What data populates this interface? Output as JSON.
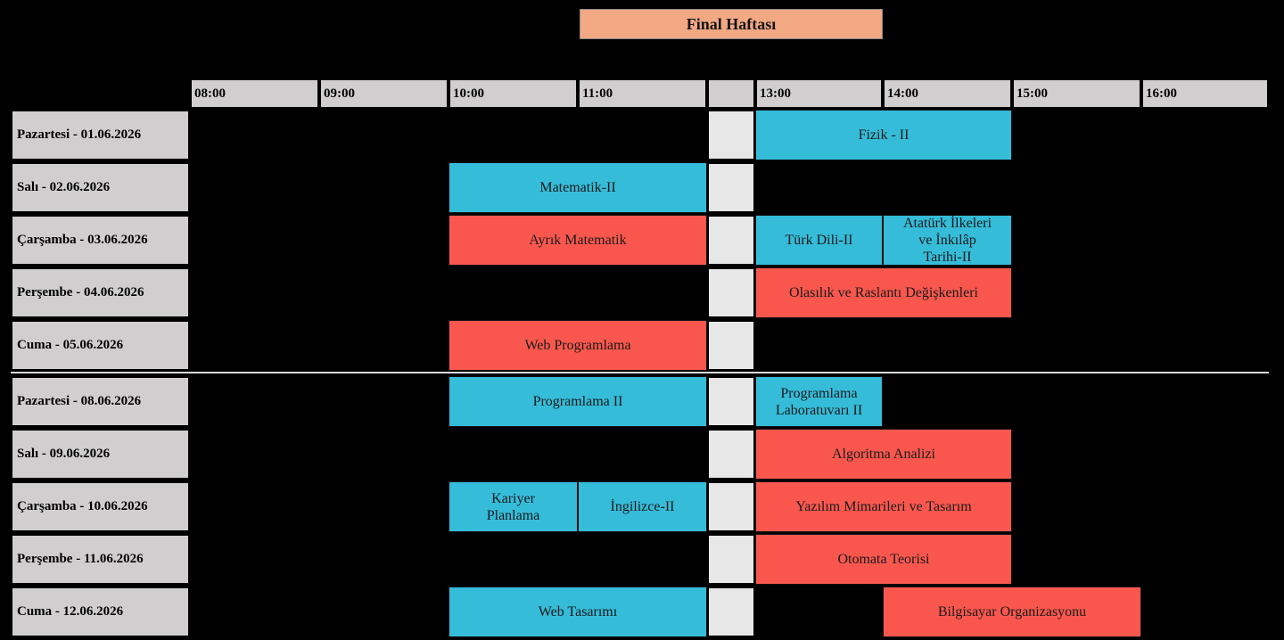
{
  "title": "Final Haftası",
  "colors": {
    "exam_blue": "#35bcd9",
    "exam_red": "#f9574e",
    "header_gray": "#d0cece",
    "lunch_gray": "#e8e7e7",
    "title_salmon": "#f3a884",
    "background": "#000000"
  },
  "chart_data": {
    "type": "table",
    "title": "Final Haftası",
    "x_axis": {
      "tick_labels": [
        "08:00",
        "09:00",
        "10:00",
        "11:00",
        "13:00",
        "14:00",
        "15:00",
        "16:00"
      ],
      "unit": "hour",
      "range": [
        "08:00",
        "17:00"
      ],
      "lunch_break_between": [
        "11:00",
        "13:00"
      ]
    },
    "rows": [
      {
        "date": "Pazartesi - 01.06.2026",
        "exams": [
          {
            "name": "Fizik - II",
            "start": "13:00",
            "end": "15:00",
            "color": "blue"
          }
        ]
      },
      {
        "date": "Salı - 02.06.2026",
        "exams": [
          {
            "name": "Matematik-II",
            "start": "10:00",
            "end": "12:00",
            "color": "blue"
          }
        ]
      },
      {
        "date": "Çarşamba - 03.06.2026",
        "exams": [
          {
            "name": "Ayrık Matematik",
            "start": "10:00",
            "end": "12:00",
            "color": "red"
          },
          {
            "name": "Türk Dili-II",
            "start": "13:00",
            "end": "14:00",
            "color": "blue"
          },
          {
            "name": "Atatürk İlkeleri ve İnkılâp Tarihi-II",
            "start": "14:00",
            "end": "15:00",
            "color": "blue"
          }
        ]
      },
      {
        "date": "Perşembe - 04.06.2026",
        "exams": [
          {
            "name": "Olasılık ve Raslantı Değişkenleri",
            "start": "13:00",
            "end": "15:00",
            "color": "red"
          }
        ]
      },
      {
        "date": "Cuma - 05.06.2026",
        "exams": [
          {
            "name": "Web Programlama",
            "start": "10:00",
            "end": "12:00",
            "color": "red"
          }
        ]
      },
      {
        "date": "Pazartesi - 08.06.2026",
        "exams": [
          {
            "name": "Programlama II",
            "start": "10:00",
            "end": "12:00",
            "color": "blue"
          },
          {
            "name": "Programlama Laboratuvarı II",
            "start": "13:00",
            "end": "14:00",
            "color": "blue"
          }
        ]
      },
      {
        "date": "Salı - 09.06.2026",
        "exams": [
          {
            "name": "Algoritma Analizi",
            "start": "13:00",
            "end": "15:00",
            "color": "red"
          }
        ]
      },
      {
        "date": "Çarşamba - 10.06.2026",
        "exams": [
          {
            "name": "Kariyer Planlama",
            "start": "10:00",
            "end": "11:00",
            "color": "blue"
          },
          {
            "name": "İngilizce-II",
            "start": "11:00",
            "end": "12:00",
            "color": "blue"
          },
          {
            "name": "Yazılım Mimarileri ve Tasarım",
            "start": "13:00",
            "end": "15:00",
            "color": "red"
          }
        ]
      },
      {
        "date": "Perşembe - 11.06.2026",
        "exams": [
          {
            "name": "Otomata Teorisi",
            "start": "13:00",
            "end": "15:00",
            "color": "red"
          }
        ]
      },
      {
        "date": "Cuma - 12.06.2026",
        "exams": [
          {
            "name": "Web Tasarımı",
            "start": "10:00",
            "end": "12:00",
            "color": "blue"
          },
          {
            "name": "Bilgisayar Organizasyonu",
            "start": "14:00",
            "end": "16:00",
            "color": "red"
          }
        ]
      }
    ],
    "week_break_after_row_index": 4,
    "legend_position": "none",
    "grid": "on"
  }
}
